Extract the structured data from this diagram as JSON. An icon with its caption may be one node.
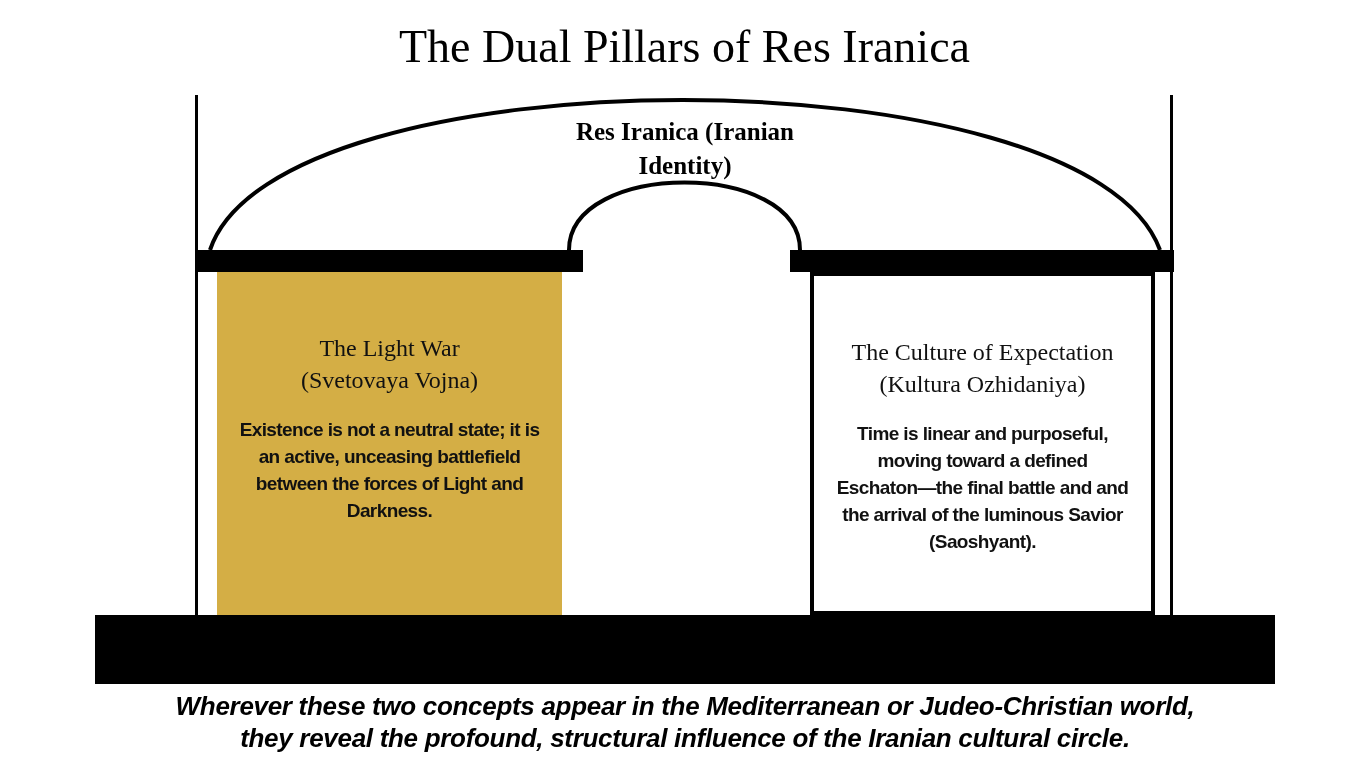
{
  "diagram": {
    "title": "The Dual Pillars of Res Iranica",
    "nodes": [
      {
        "text": [
          "Res Iranica (Iranian Identity)"
        ]
      },
      {
        "text": [
          "The Light War (Svetovaya Vojna)",
          "Existence is not a neutral state; it is an active, unceasing battlefield between the forces of Light and Darkness."
        ]
      },
      {
        "text": [
          "The Culture of Expectation (Kultura Ozhidaniya)",
          "Time is linear and purposeful, moving toward a defined Eschaton—the final battle and and the arrival of the luminous Savior (Saoshyant)."
        ]
      }
    ],
    "caption": "Wherever these two concepts appear in the Mediterranean or Judeo-Christian world, they reveal the profound, structural influence of the Iranian cultural circle."
  }
}
